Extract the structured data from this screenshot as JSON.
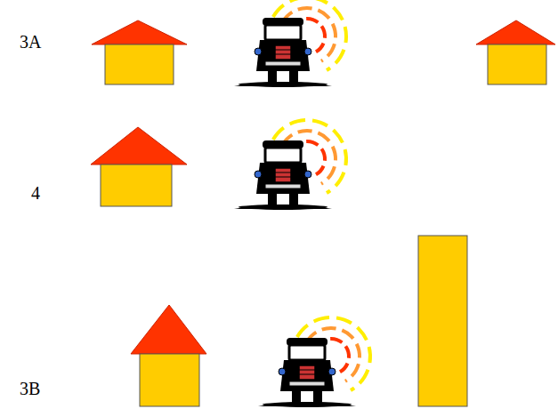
{
  "diagram": {
    "labels": [
      "3A",
      "4",
      "3B"
    ]
  }
}
